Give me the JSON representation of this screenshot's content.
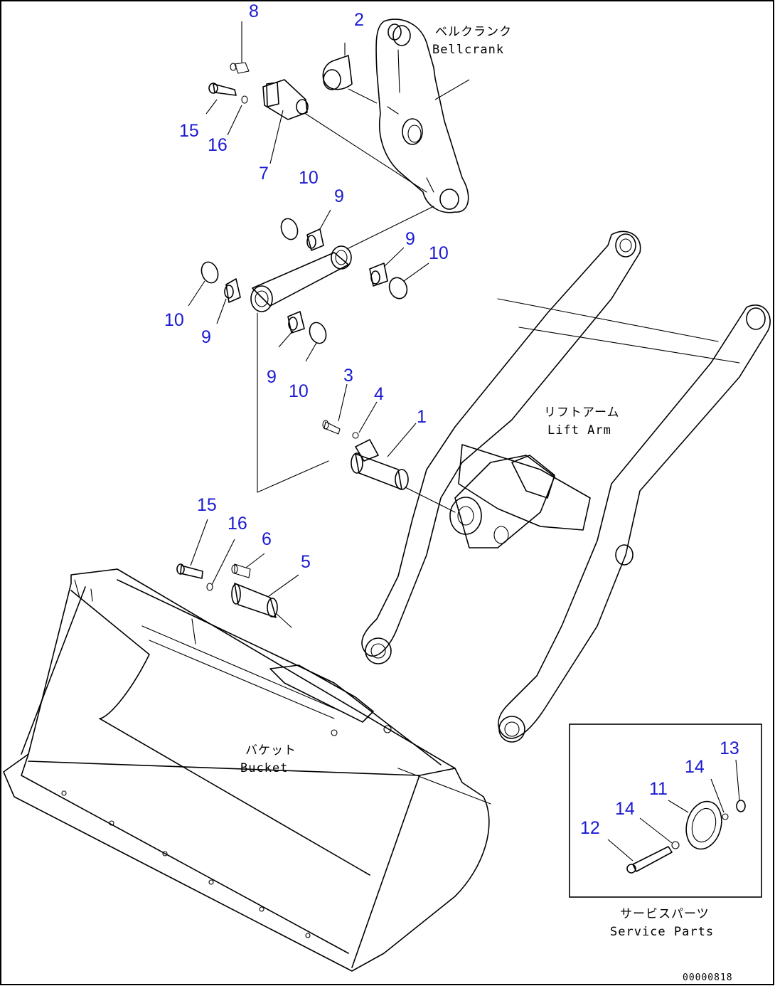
{
  "labels": {
    "bellcrank_jp": "ベルクランク",
    "bellcrank_en": "Bellcrank",
    "liftarm_jp": "リフトアーム",
    "liftarm_en": "Lift Arm",
    "bucket_jp": "バケット",
    "bucket_en": "Bucket",
    "service_jp": "サービスパーツ",
    "service_en": "Service Parts",
    "drawing_code": "00000818"
  },
  "callouts": [
    "8",
    "2",
    "15",
    "16",
    "7",
    "10",
    "9",
    "9",
    "10",
    "10",
    "9",
    "9",
    "10",
    "3",
    "4",
    "1",
    "15",
    "16",
    "6",
    "5",
    "13",
    "14",
    "11",
    "14",
    "12"
  ],
  "colors": {
    "callout": "#1a1ad2",
    "line": "#000000",
    "background": "#ffffff"
  }
}
